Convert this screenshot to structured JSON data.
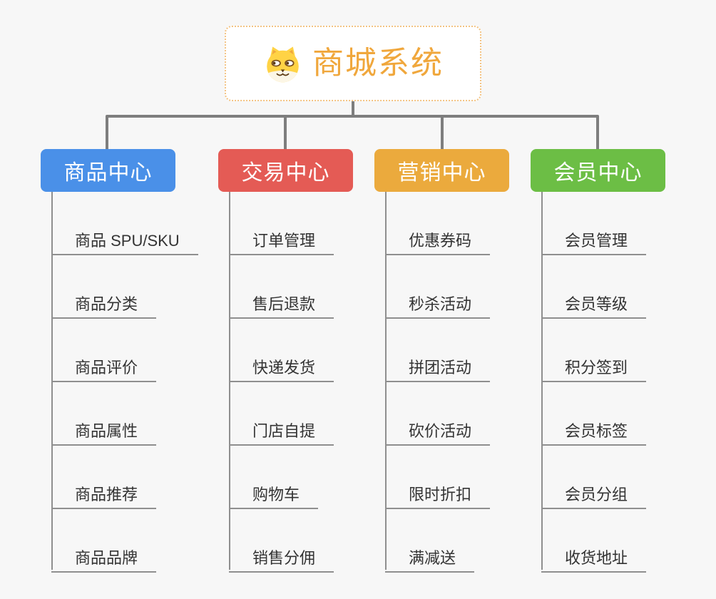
{
  "root": {
    "title": "商城系统",
    "icon": "dog-face-icon"
  },
  "branches": [
    {
      "label": "商品中心",
      "color": "#4a90e8",
      "children": [
        "商品 SPU/SKU",
        "商品分类",
        "商品评价",
        "商品属性",
        "商品推荐",
        "商品品牌"
      ]
    },
    {
      "label": "交易中心",
      "color": "#e45b55",
      "children": [
        "订单管理",
        "售后退款",
        "快递发货",
        "门店自提",
        "购物车",
        "销售分佣"
      ]
    },
    {
      "label": "营销中心",
      "color": "#ebaa3d",
      "children": [
        "优惠券码",
        "秒杀活动",
        "拼团活动",
        "砍价活动",
        "限时折扣",
        "满减送"
      ]
    },
    {
      "label": "会员中心",
      "color": "#6cbe45",
      "children": [
        "会员管理",
        "会员等级",
        "积分签到",
        "会员标签",
        "会员分组",
        "收货地址"
      ]
    }
  ],
  "palette": {
    "background": "#f7f7f7",
    "connector_line": "#7e7e7e",
    "leaf_line": "#8f8f8f",
    "leaf_text": "#333333",
    "root_text": "#f0a73c",
    "root_border": "#f3c383",
    "branch_text": "#ffffff"
  }
}
